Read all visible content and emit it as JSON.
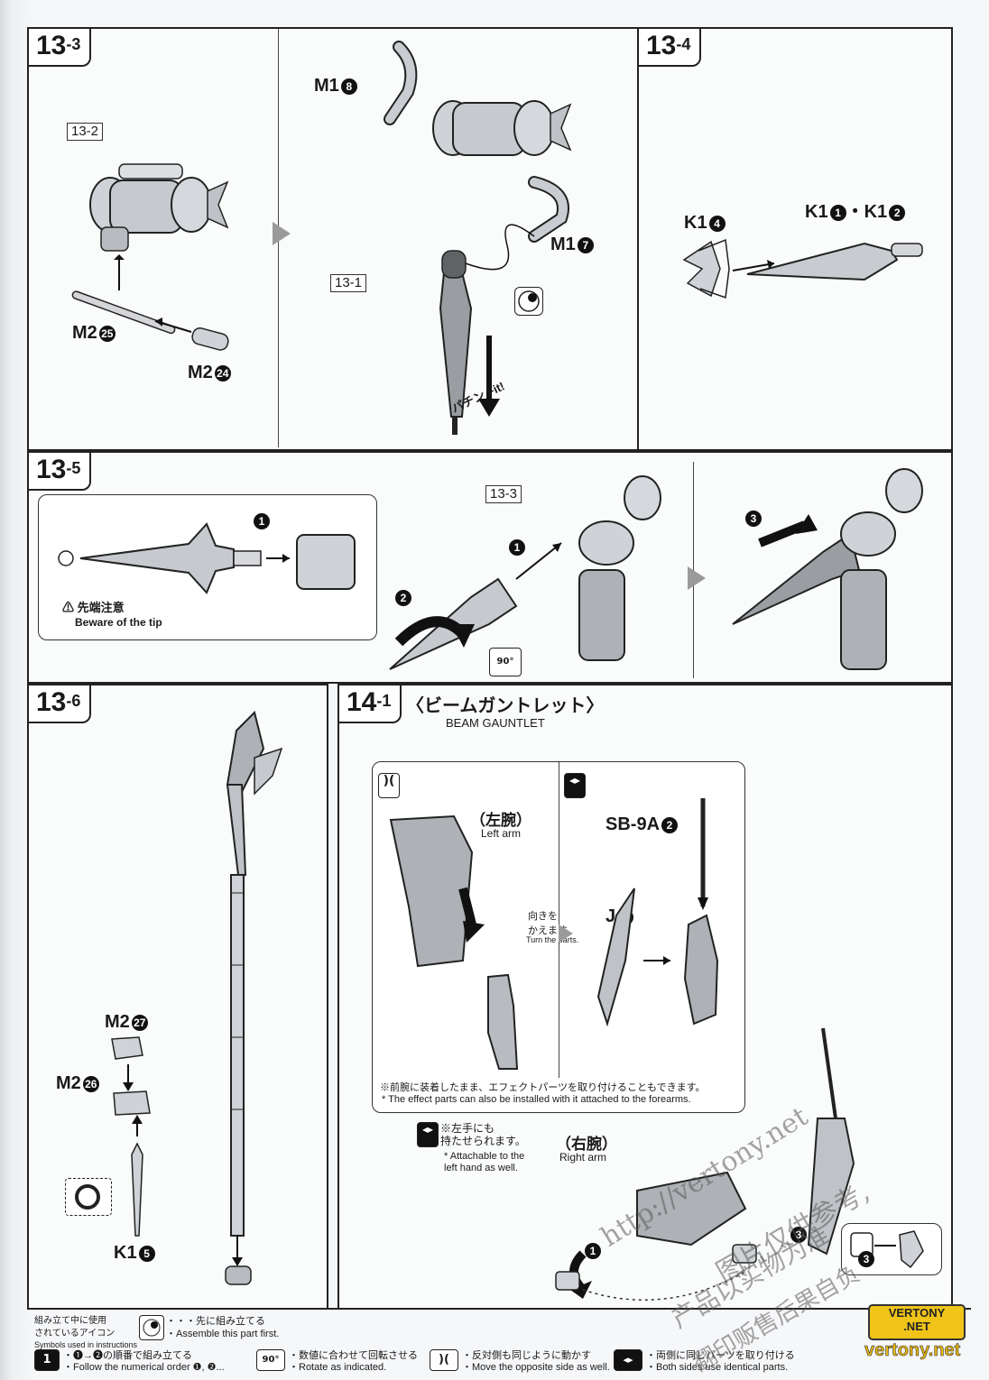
{
  "steps": {
    "s13_3": {
      "badge": "13",
      "sub": "-3",
      "ref_13_2": "13-2",
      "ref_13_1": "13-1",
      "m1_8": "M1",
      "m1_8n": "8",
      "m1_7": "M1",
      "m1_7n": "7",
      "m2_25": "M2",
      "m2_25n": "25",
      "m2_24": "M2",
      "m2_24n": "24",
      "fit_jp": "パチン",
      "fit_en": "Fit!"
    },
    "s13_4": {
      "badge": "13",
      "sub": "-4",
      "k1_4": "K1",
      "k1_4n": "4",
      "k1_12": "K1",
      "k1_12a": "1",
      "k1_12sep": "・K1",
      "k1_12b": "2"
    },
    "s13_5": {
      "badge": "13",
      "sub": "-5",
      "ref_13_3": "13-3",
      "caution_jp": "先端注意",
      "caution_en": "Beware of the tip",
      "n1": "1",
      "n2": "2",
      "n3": "3",
      "rot": "90°"
    },
    "s13_6": {
      "badge": "13",
      "sub": "-6",
      "m2_27": "M2",
      "m2_27n": "27",
      "m2_26": "M2",
      "m2_26n": "26",
      "k1_5": "K1",
      "k1_5n": "5"
    },
    "s14_1": {
      "badge": "14",
      "sub": "-1",
      "title_jp": "〈ビームガントレット〉",
      "title_en": "BEAM GAUNTLET",
      "left_arm_jp": "（左腕）",
      "left_arm_en": "Left arm",
      "sb9a": "SB-9A",
      "sb9an": "2",
      "turn_jp": "向きを\nかえます。",
      "turn_en": "Turn the parts.",
      "j14": "J",
      "j14n": "14",
      "note_jp": "※前腕に装着したまま、エフェクトパーツを取り付けることもできます。",
      "note_en": "* The effect parts can also be installed with it attached to the forearms.",
      "attach_jp": "※左手にも\n持たせられます。",
      "attach_en": "* Attachable to the\nleft hand as well.",
      "right_arm_jp": "（右腕）",
      "right_arm_en": "Right arm"
    }
  },
  "legend": {
    "title_jp": "組み立て中に使用\nされているアイコン",
    "title_en": "Symbols used in instructions",
    "first_jp": "・・・先に組み立てる",
    "first_en": "・Assemble this part first.",
    "order_jp": "・❶→❷の順番で組み立てる",
    "order_en": "・Follow the numerical order ❶, ❷...",
    "rotate_jp": "・数値に合わせて回転させる",
    "rotate_en": "・Rotate as indicated.",
    "rotate_icon": "90°",
    "opposite_jp": "・反対側も同じように動かす",
    "opposite_en": "・Move the opposite side as well.",
    "identical_jp": "・両側に同じパーツを取り付ける",
    "identical_en": "・Both sides use identical parts."
  },
  "watermarks": {
    "url": "http://vertony.net",
    "cn1": "图片仅供参考,",
    "cn2": "产品以实物为准",
    "cn3": "翻印贩售后果自负",
    "logo1": "VERTONY",
    "logo2": ".NET",
    "bottom": "vertony.net"
  }
}
